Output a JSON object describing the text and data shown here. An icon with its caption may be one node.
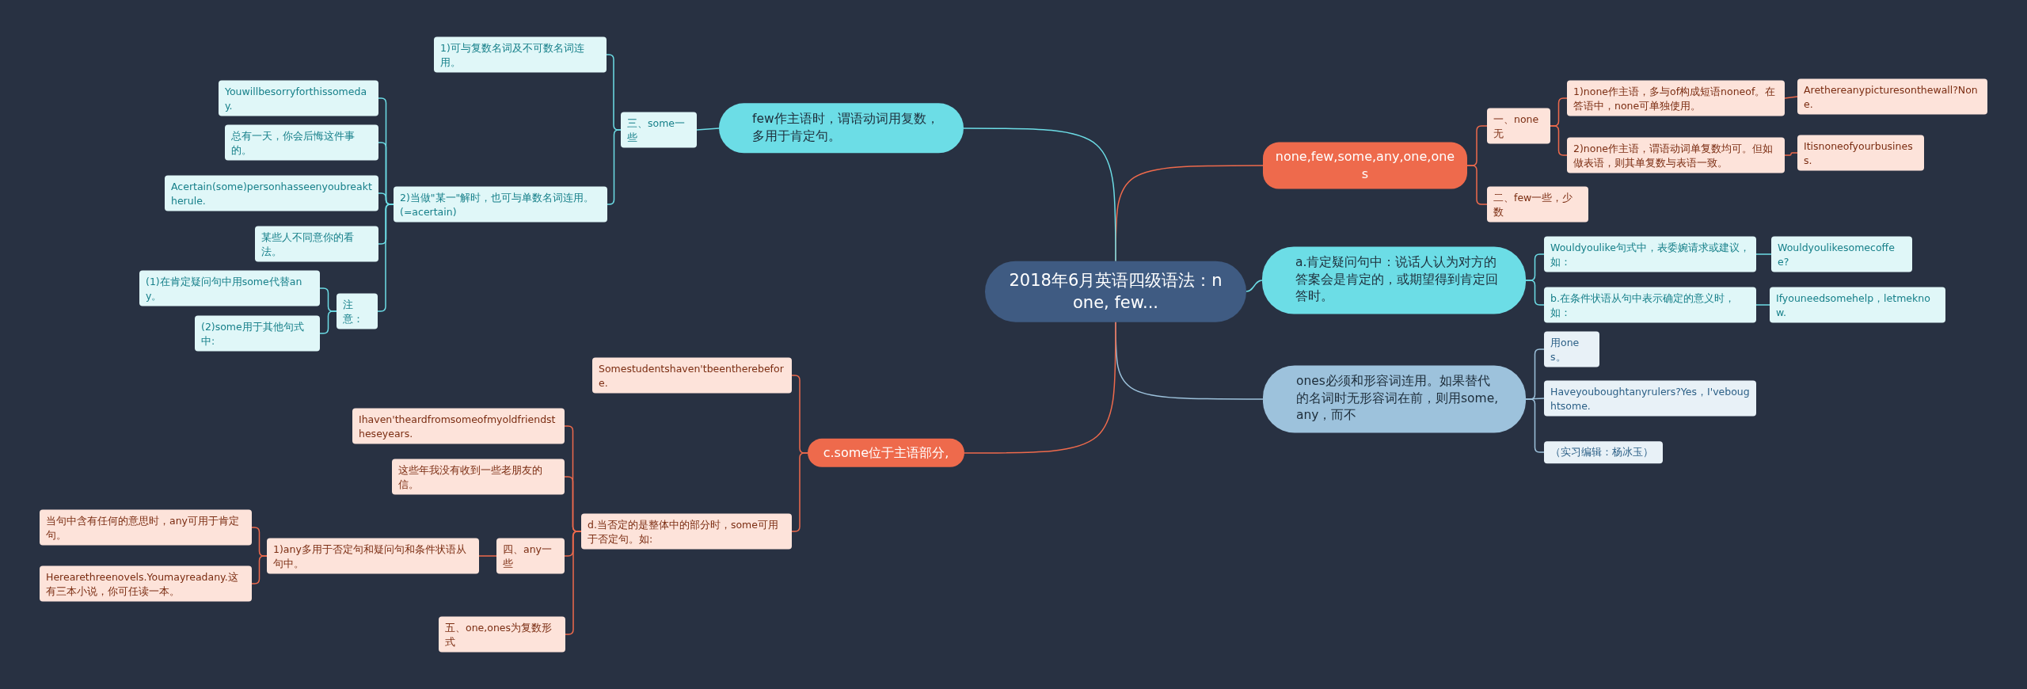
{
  "diagram": {
    "nodes": [
      {
        "text": [
          "2018年6月英语四级语法：none, few..."
        ]
      },
      {
        "text": [
          "none,few,some,any,one,ones"
        ]
      },
      {
        "text": [
          "一、none无"
        ]
      },
      {
        "text": [
          "1)none作主语，多与of构成短语noneof。在答语中，none可单独使用。"
        ]
      },
      {
        "text": [
          "Arethereanypicturesonthewall?None."
        ]
      },
      {
        "text": [
          "2)none作主语，谓语动词单复数均可。但如做表语，则其单复数与表语一致。"
        ]
      },
      {
        "text": [
          "Itisnoneofyourbusiness."
        ]
      },
      {
        "text": [
          "二、few一些，少数"
        ]
      },
      {
        "text": [
          "a.肯定疑问句中：说话人认为对方的答案会是肯定的，或期望得到肯定回答时。"
        ]
      },
      {
        "text": [
          "Wouldyoulike句式中，表委婉请求或建议，如："
        ]
      },
      {
        "text": [
          "Wouldyoulikesomecoffee?"
        ]
      },
      {
        "text": [
          "b.在条件状语从句中表示确定的意义时，如："
        ]
      },
      {
        "text": [
          "Ifyouneedsomehelp，letmeknow."
        ]
      },
      {
        "text": [
          "ones必须和形容词连用。如果替代的名词时无形容词在前，则用some,any，而不"
        ]
      },
      {
        "text": [
          "用ones。"
        ]
      },
      {
        "text": [
          "Haveyouboughtanyrulers?Yes，I'veboughtsome."
        ]
      },
      {
        "text": [
          "（实习编辑：杨冰玉）"
        ]
      },
      {
        "text": [
          "few作主语时，谓语动词用复数，多用于肯定句。"
        ]
      },
      {
        "text": [
          "三、some一些"
        ]
      },
      {
        "text": [
          "1)可与复数名词及不可数名词连用。"
        ]
      },
      {
        "text": [
          "2)当做\"某一\"解时，也可与单数名词连用。(=acertain)"
        ]
      },
      {
        "text": [
          "Youwillbesorryforthissomeday."
        ]
      },
      {
        "text": [
          "总有一天，你会后悔这件事的。"
        ]
      },
      {
        "text": [
          "Acertain(some)personhasseenyoubreaktherule."
        ]
      },
      {
        "text": [
          "某些人不同意你的看法。"
        ]
      },
      {
        "text": [
          "注意："
        ]
      },
      {
        "text": [
          "(1)在肯定疑问句中用some代替any。"
        ]
      },
      {
        "text": [
          "(2)some用于其他句式中:"
        ]
      },
      {
        "text": [
          "c.some位于主语部分,"
        ]
      },
      {
        "text": [
          "Somestudentshaven'tbeentherebefore."
        ]
      },
      {
        "text": [
          "d.当否定的是整体中的部分时，some可用于否定句。如:"
        ]
      },
      {
        "text": [
          "Ihaven'theardfromsomeofmyoldfriendstheseyears."
        ]
      },
      {
        "text": [
          "这些年我没有收到一些老朋友的信。"
        ]
      },
      {
        "text": [
          "四、any一些"
        ]
      },
      {
        "text": [
          "1)any多用于否定句和疑问句和条件状语从句中。"
        ]
      },
      {
        "text": [
          "当句中含有任何的意思时，any可用于肯定句。"
        ]
      },
      {
        "text": [
          "Herearethreenovels.Youmayreadany.这有三本小说，你可任读一本。"
        ]
      },
      {
        "text": [
          "五、one,ones为复数形式"
        ]
      }
    ],
    "edges": [
      {
        "from": 0,
        "to": 1,
        "arrow": "none",
        "color": "#ee6a4c"
      },
      {
        "from": 1,
        "to": 2,
        "arrow": "none",
        "color": "#ee6a4c"
      },
      {
        "from": 2,
        "to": 3,
        "arrow": "none",
        "color": "#ee6a4c"
      },
      {
        "from": 3,
        "to": 4,
        "arrow": "none",
        "color": "#ee6a4c"
      },
      {
        "from": 2,
        "to": 5,
        "arrow": "none",
        "color": "#ee6a4c"
      },
      {
        "from": 5,
        "to": 6,
        "arrow": "none",
        "color": "#ee6a4c"
      },
      {
        "from": 1,
        "to": 7,
        "arrow": "none",
        "color": "#ee6a4c"
      },
      {
        "from": 0,
        "to": 8,
        "arrow": "none",
        "color": "#6cdde6"
      },
      {
        "from": 8,
        "to": 9,
        "arrow": "none",
        "color": "#6cdde6"
      },
      {
        "from": 9,
        "to": 10,
        "arrow": "none",
        "color": "#6cdde6"
      },
      {
        "from": 8,
        "to": 11,
        "arrow": "none",
        "color": "#6cdde6"
      },
      {
        "from": 11,
        "to": 12,
        "arrow": "none",
        "color": "#6cdde6"
      },
      {
        "from": 0,
        "to": 13,
        "arrow": "none",
        "color": "#9dc2dc"
      },
      {
        "from": 13,
        "to": 14,
        "arrow": "none",
        "color": "#9dc2dc"
      },
      {
        "from": 13,
        "to": 15,
        "arrow": "none",
        "color": "#9dc2dc"
      },
      {
        "from": 13,
        "to": 16,
        "arrow": "none",
        "color": "#9dc2dc"
      },
      {
        "from": 0,
        "to": 17,
        "arrow": "none",
        "color": "#6cdde6"
      },
      {
        "from": 17,
        "to": 18,
        "arrow": "none",
        "color": "#6cdde6"
      },
      {
        "from": 18,
        "to": 19,
        "arrow": "none",
        "color": "#6cdde6"
      },
      {
        "from": 18,
        "to": 20,
        "arrow": "none",
        "color": "#6cdde6"
      },
      {
        "from": 20,
        "to": 21,
        "arrow": "none",
        "color": "#6cdde6"
      },
      {
        "from": 20,
        "to": 22,
        "arrow": "none",
        "color": "#6cdde6"
      },
      {
        "from": 20,
        "to": 23,
        "arrow": "none",
        "color": "#6cdde6"
      },
      {
        "from": 20,
        "to": 24,
        "arrow": "none",
        "color": "#6cdde6"
      },
      {
        "from": 20,
        "to": 25,
        "arrow": "none",
        "color": "#6cdde6"
      },
      {
        "from": 25,
        "to": 26,
        "arrow": "none",
        "color": "#6cdde6"
      },
      {
        "from": 25,
        "to": 27,
        "arrow": "none",
        "color": "#6cdde6"
      },
      {
        "from": 0,
        "to": 28,
        "arrow": "none",
        "color": "#ee6a4c"
      },
      {
        "from": 28,
        "to": 29,
        "arrow": "none",
        "color": "#ee6a4c"
      },
      {
        "from": 28,
        "to": 30,
        "arrow": "none",
        "color": "#ee6a4c"
      },
      {
        "from": 30,
        "to": 31,
        "arrow": "none",
        "color": "#ee6a4c"
      },
      {
        "from": 30,
        "to": 32,
        "arrow": "none",
        "color": "#ee6a4c"
      },
      {
        "from": 30,
        "to": 33,
        "arrow": "none",
        "color": "#ee6a4c"
      },
      {
        "from": 33,
        "to": 34,
        "arrow": "none",
        "color": "#ee6a4c"
      },
      {
        "from": 34,
        "to": 35,
        "arrow": "none",
        "color": "#ee6a4c"
      },
      {
        "from": 34,
        "to": 36,
        "arrow": "none",
        "color": "#ee6a4c"
      },
      {
        "from": 30,
        "to": 37,
        "arrow": "none",
        "color": "#ee6a4c"
      }
    ]
  }
}
